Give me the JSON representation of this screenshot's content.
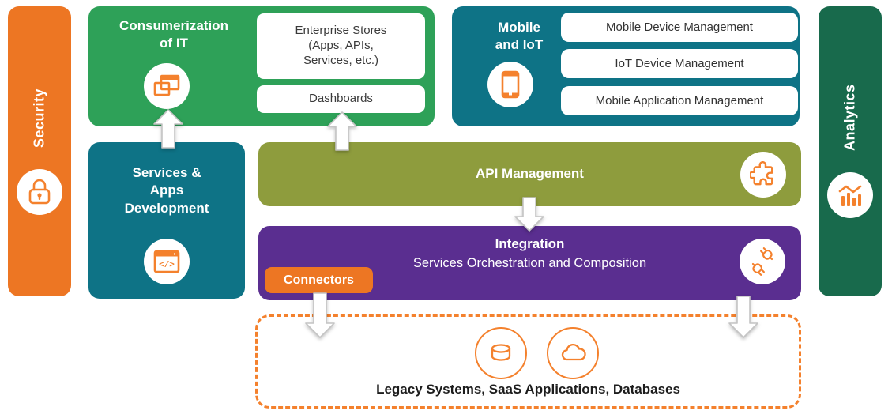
{
  "colors": {
    "orange": "#ED7623",
    "orange_icon": "#F4812D",
    "green": "#2EA158",
    "teal": "#0E7386",
    "olive": "#8E9C3D",
    "purple": "#5A2E90",
    "dark_green": "#186A4C",
    "arrow_stroke": "#C4C4C4",
    "text_dark": "#3A3A3A",
    "text_black": "#1D1D1D"
  },
  "security_bar": {
    "label": "Security",
    "icon": "lock-icon"
  },
  "analytics_bar": {
    "label": "Analytics",
    "icon": "analytics-chart-icon"
  },
  "consumerization_box": {
    "title": {
      "line1": "Consumerization",
      "line2": "of IT"
    },
    "icon": "app-windows-icon",
    "enterprise_stores": {
      "line1": "Enterprise Stores",
      "line2": "(Apps, APIs,",
      "line3": "Services, etc.)"
    },
    "dashboards": {
      "label": "Dashboards"
    }
  },
  "mobile_iot_box": {
    "title": {
      "line1": "Mobile",
      "line2": "and IoT"
    },
    "icon": "smartphone-icon",
    "items": [
      {
        "label": "Mobile Device Management"
      },
      {
        "label": "IoT Device Management"
      },
      {
        "label": "Mobile Application Management"
      }
    ]
  },
  "services_apps_box": {
    "title": {
      "line1": "Services &",
      "line2": "Apps",
      "line3": "Development"
    },
    "icon": "code-window-icon"
  },
  "api_bar": {
    "label": "API Management",
    "icon": "puzzle-icon"
  },
  "integration_bar": {
    "title": "Integration",
    "subtitle": "Services Orchestration and Composition",
    "connectors_label": "Connectors",
    "icon": "plugs-icon"
  },
  "legacy_box": {
    "label": "Legacy Systems, SaaS Applications, Databases",
    "icons": [
      "database-icon",
      "cloud-icon"
    ]
  }
}
